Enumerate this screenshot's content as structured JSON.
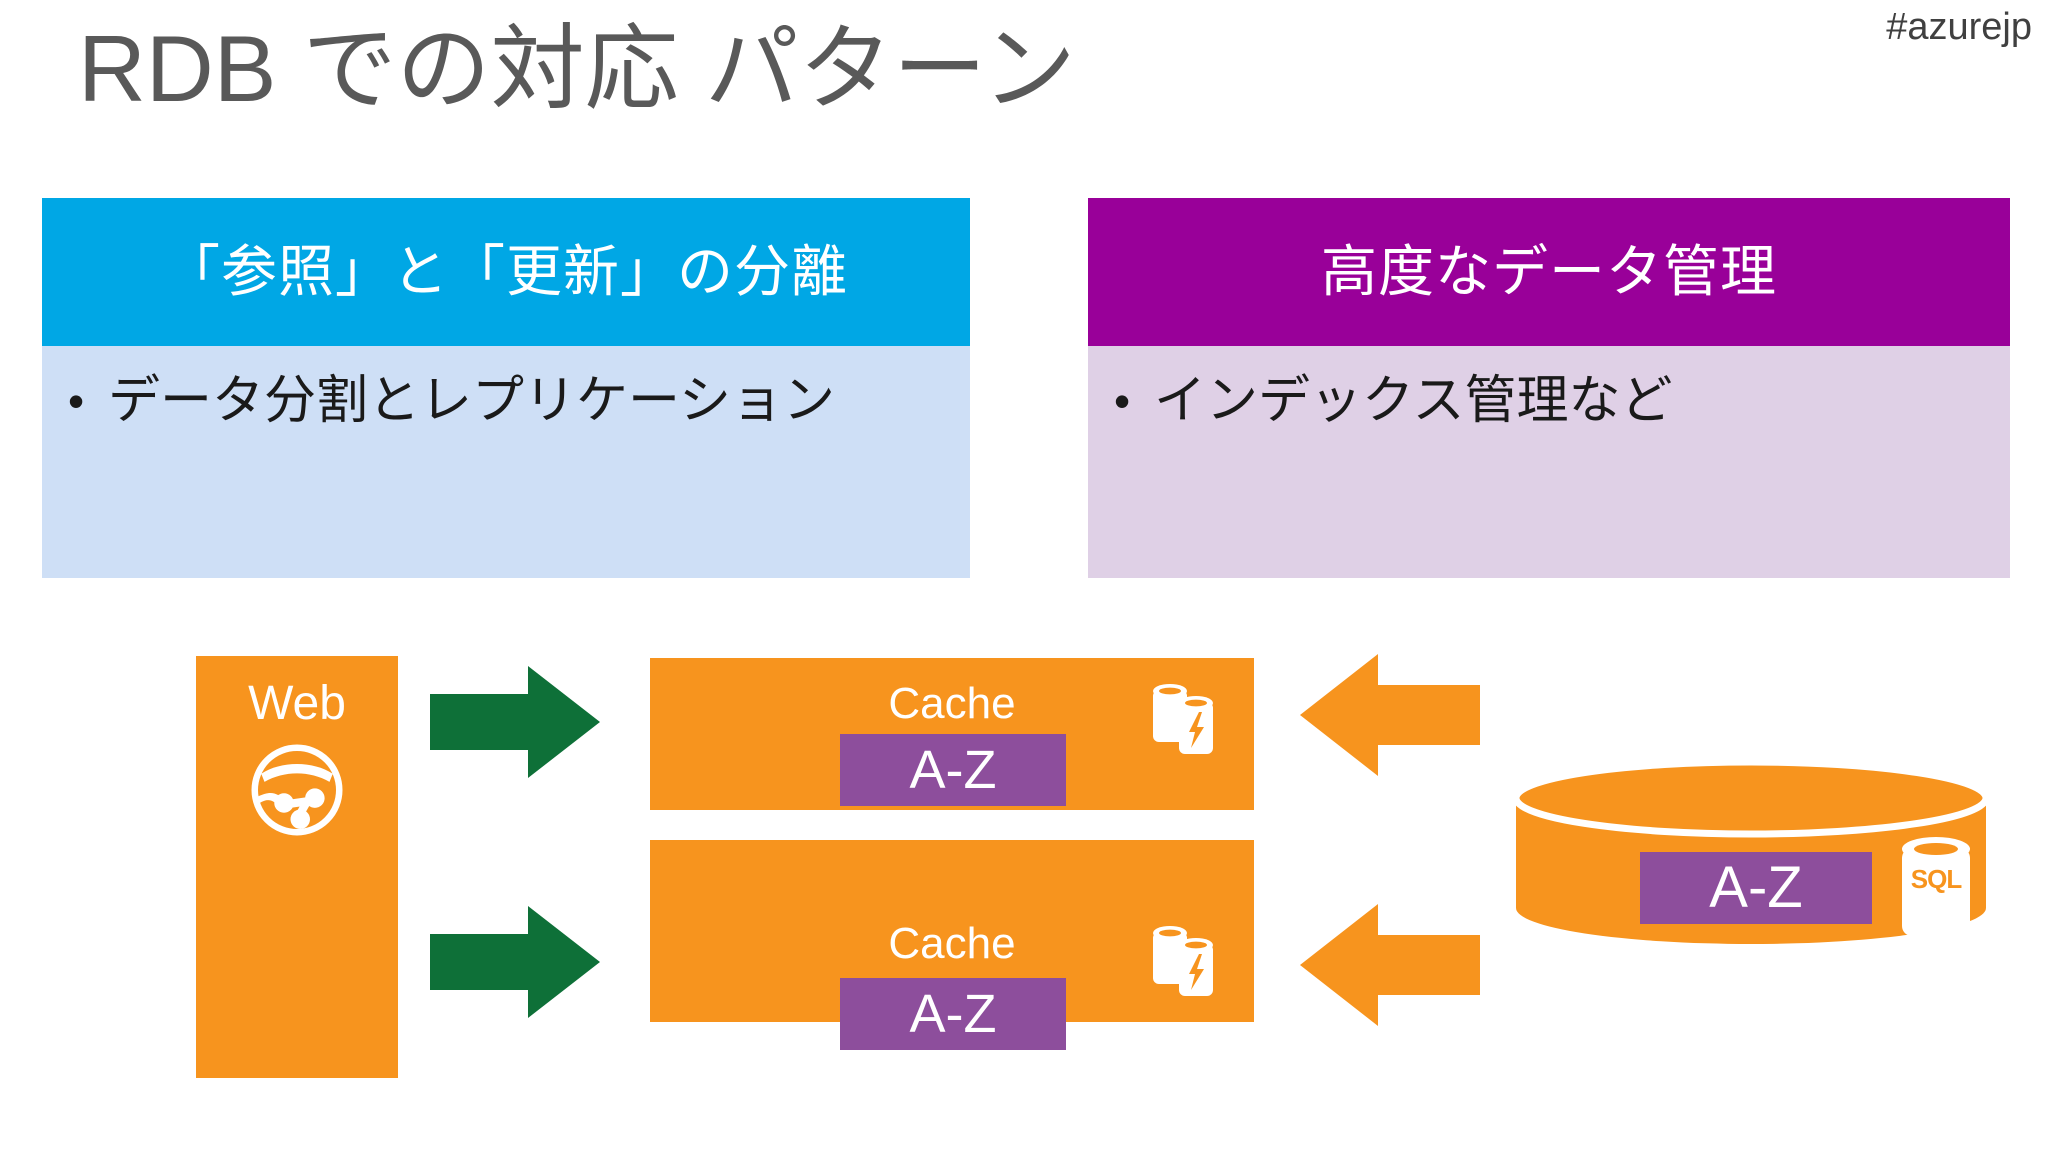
{
  "header": {
    "title": "RDB での対応 パターン",
    "hashtag": "#azurejp"
  },
  "colors": {
    "title_gray": "#595959",
    "card_blue_header": "#00A7E5",
    "card_blue_body": "#CEDFF6",
    "card_purple_header": "#990099",
    "card_purple_body": "#DFD0E6",
    "orange": "#F7941E",
    "green_arrow": "#0E7038",
    "badge_purple": "#8D4E9C",
    "white": "#FFFFFF"
  },
  "cards": [
    {
      "id": "read-write-separation",
      "header": "「参照」と「更新」の分離",
      "bullet_marker": "•",
      "bullet": "データ分割とレプリケーション"
    },
    {
      "id": "advanced-data-management",
      "header": "高度なデータ管理",
      "bullet_marker": "•",
      "bullet": "インデックス管理など"
    }
  ],
  "diagram": {
    "web": {
      "label": "Web",
      "icon": "globe-network-icon"
    },
    "cache_nodes": [
      {
        "label": "Cache",
        "badge": "A-Z",
        "icon": "redis-cache-icon"
      },
      {
        "label": "Cache",
        "badge": "A-Z",
        "icon": "redis-cache-icon"
      }
    ],
    "arrows": [
      {
        "direction": "right",
        "color": "#0E7038",
        "name": "web-to-cache-arrow-1"
      },
      {
        "direction": "right",
        "color": "#0E7038",
        "name": "web-to-cache-arrow-2"
      },
      {
        "direction": "left",
        "color": "#F7941E",
        "name": "database-to-cache-arrow-1"
      },
      {
        "direction": "left",
        "color": "#F7941E",
        "name": "database-to-cache-arrow-2"
      }
    ],
    "database": {
      "badge": "A-Z",
      "icon_label": "SQL",
      "icon": "sql-database-icon"
    }
  }
}
